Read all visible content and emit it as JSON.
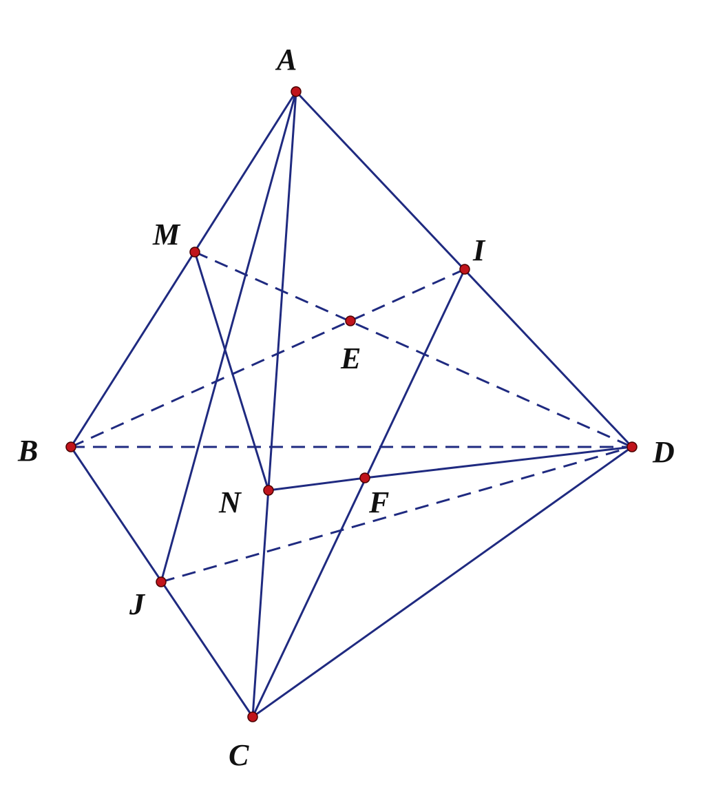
{
  "figure": {
    "colors": {
      "line": "#1f2a80",
      "point": "#c0141c",
      "label": "#111111",
      "background": "#ffffff"
    },
    "points": [
      {
        "id": "A",
        "label": "A"
      },
      {
        "id": "B",
        "label": "B"
      },
      {
        "id": "C",
        "label": "C"
      },
      {
        "id": "D",
        "label": "D"
      },
      {
        "id": "M",
        "label": "M"
      },
      {
        "id": "I",
        "label": "I"
      },
      {
        "id": "E",
        "label": "E"
      },
      {
        "id": "N",
        "label": "N"
      },
      {
        "id": "F",
        "label": "F"
      },
      {
        "id": "J",
        "label": "J"
      }
    ],
    "solid_segments": [
      [
        "A",
        "B"
      ],
      [
        "A",
        "C"
      ],
      [
        "A",
        "D"
      ],
      [
        "A",
        "J"
      ],
      [
        "B",
        "C"
      ],
      [
        "C",
        "D"
      ],
      [
        "M",
        "N"
      ],
      [
        "N",
        "F"
      ],
      [
        "F",
        "D"
      ],
      [
        "C",
        "I"
      ]
    ],
    "dashed_segments": [
      [
        "B",
        "D"
      ],
      [
        "M",
        "D"
      ],
      [
        "B",
        "I"
      ],
      [
        "J",
        "D"
      ]
    ]
  }
}
